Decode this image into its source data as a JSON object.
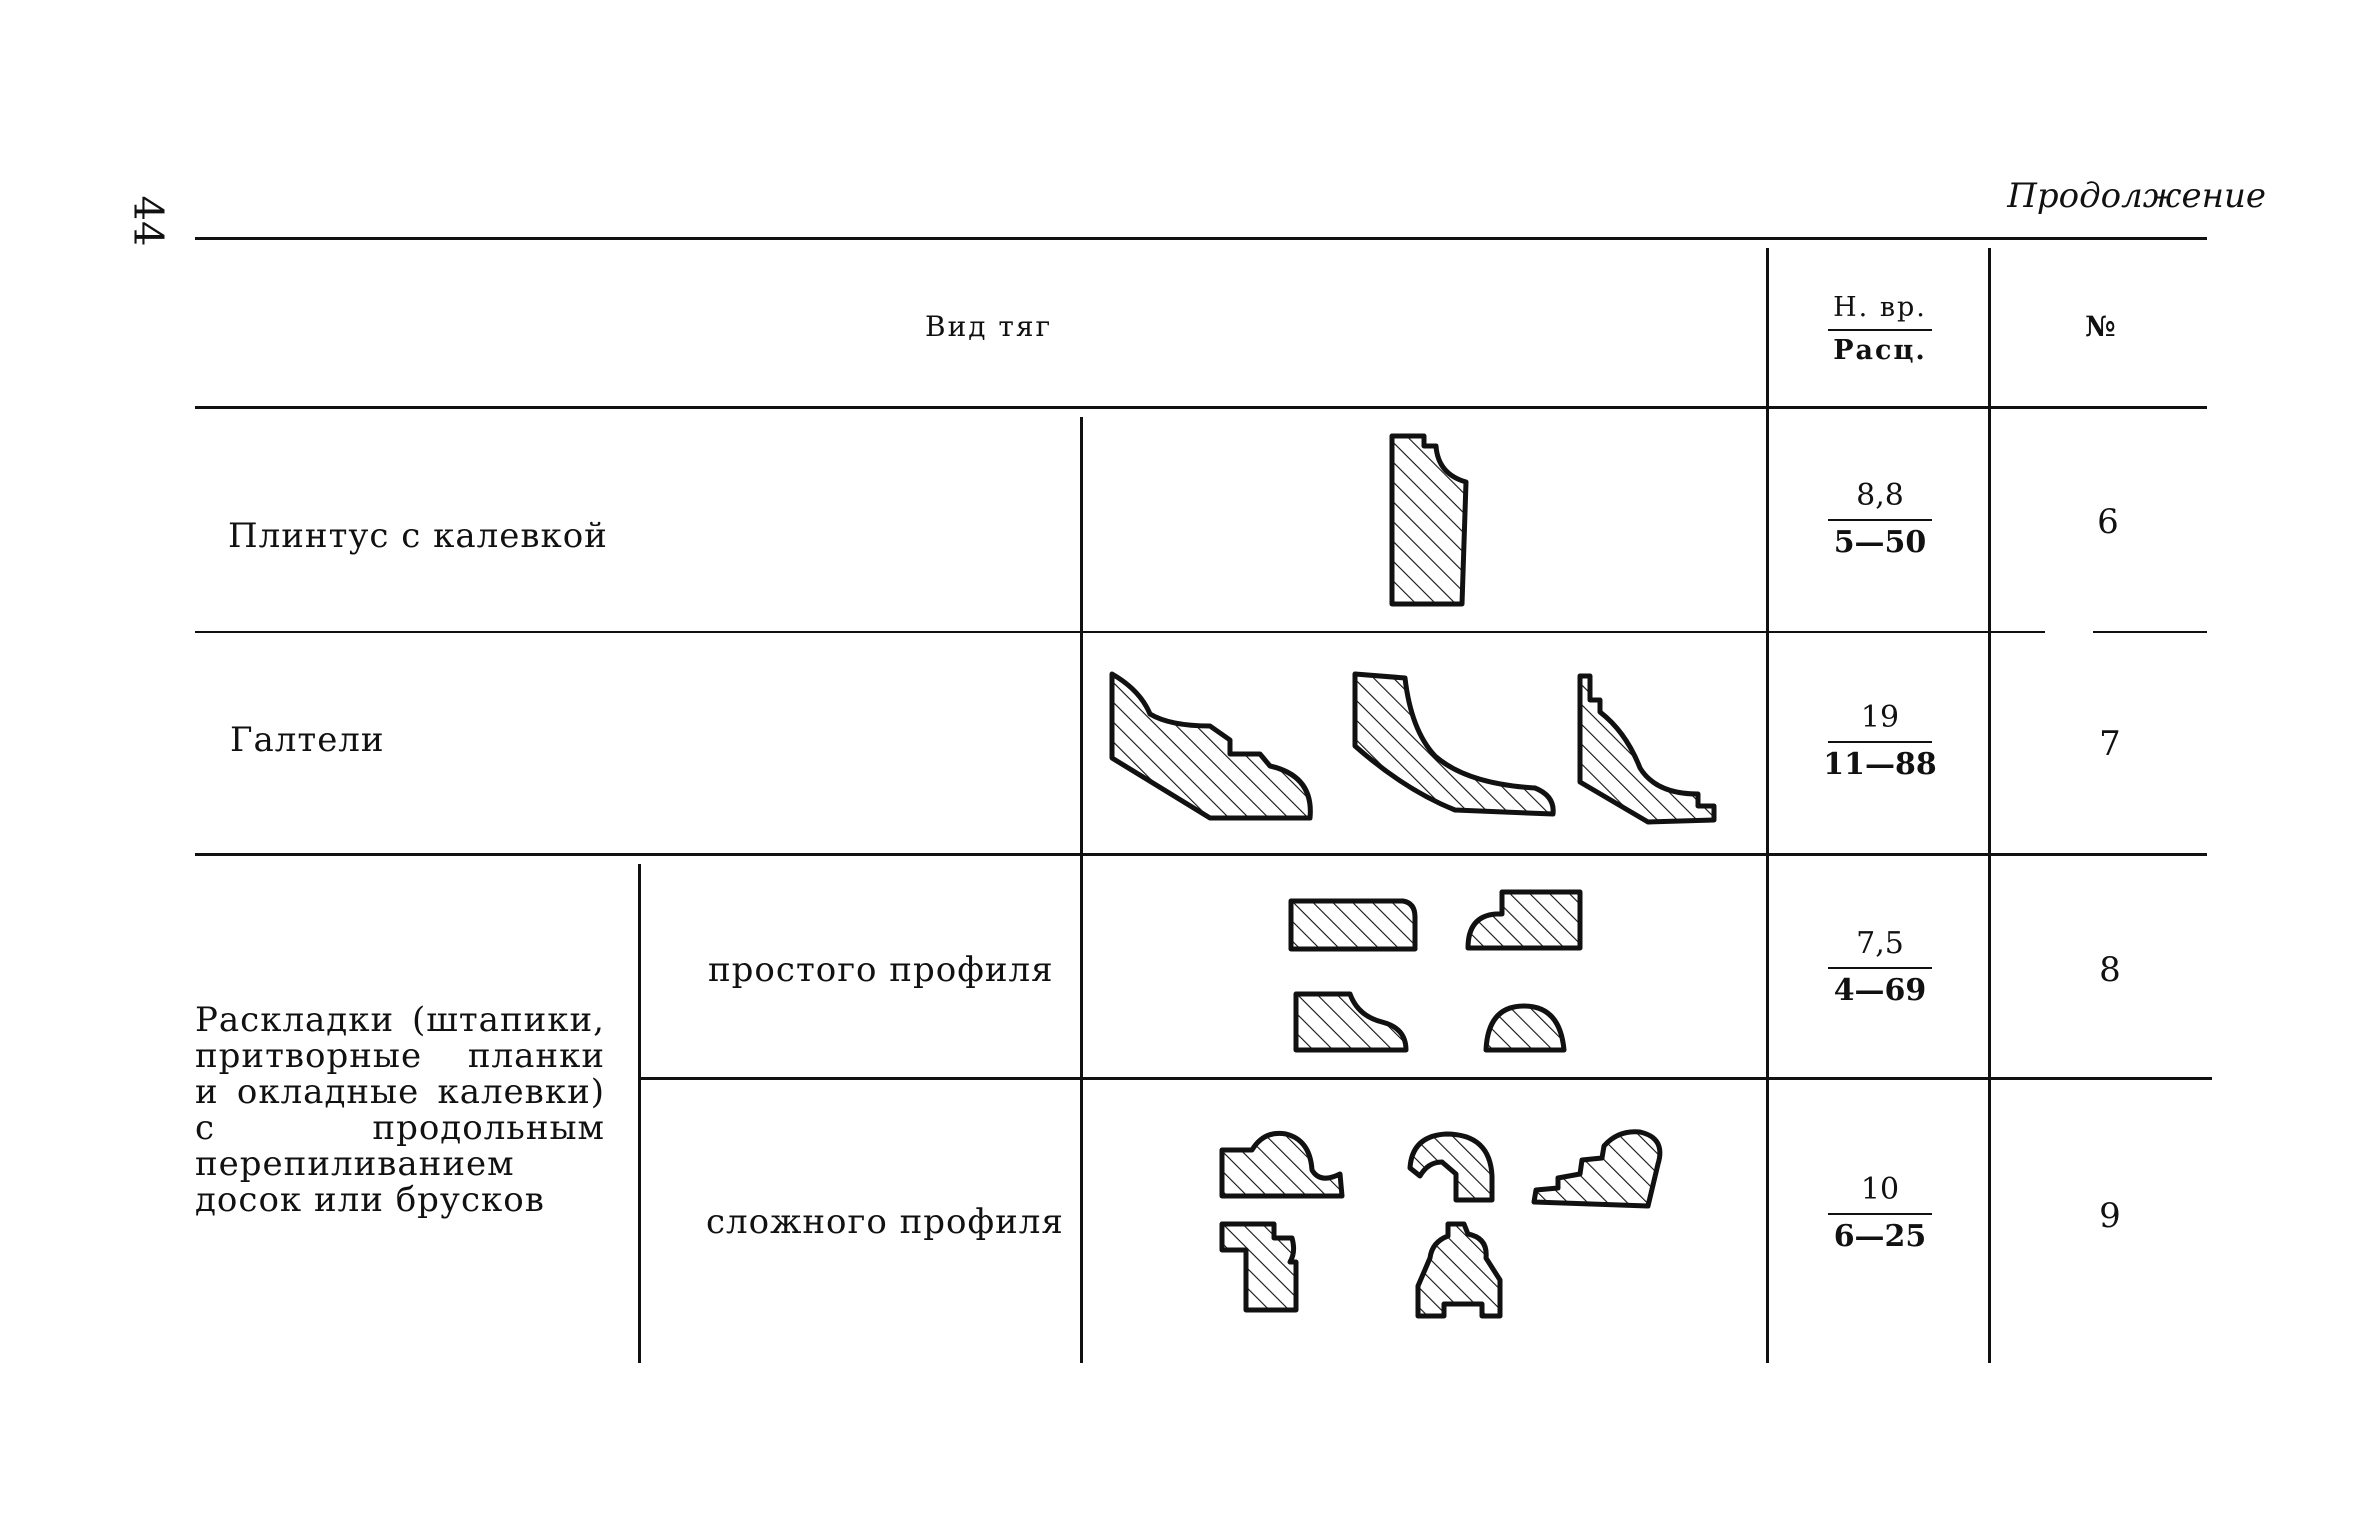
{
  "page": {
    "number": "44",
    "continuation": "Продолжение"
  },
  "table": {
    "headers": {
      "type": "Вид тяг",
      "norm_top": "Н. вр.",
      "norm_bottom": "Расц.",
      "num": "№"
    },
    "rows": [
      {
        "label": "Плинтус с калевкой",
        "norm": "8,8",
        "rate": "5—50",
        "num": "6"
      },
      {
        "label": "Галтели",
        "norm": "19",
        "rate": "11—88",
        "num": "7"
      },
      {
        "label": "простого профиля",
        "norm": "7,5",
        "rate": "4—69",
        "num": "8"
      },
      {
        "label": "сложного профиля",
        "norm": "10",
        "rate": "6—25",
        "num": "9"
      }
    ],
    "group_label": "Раскладки (штапики, притворные планки и окладные калевки) с продольным перепиливанием досок или брусков"
  }
}
